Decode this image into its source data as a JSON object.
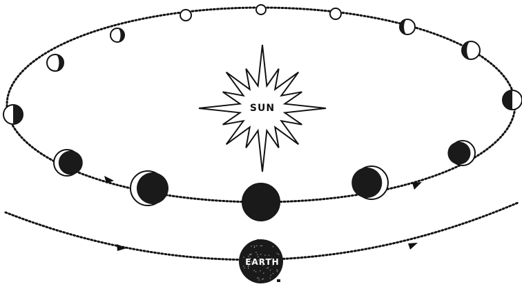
{
  "labels": {
    "sun": "SUN",
    "earth": "EARTH"
  },
  "moon_phases_clockwise_from_earth": [
    "new",
    "waxing-crescent",
    "waxing-crescent",
    "first-quarter",
    "waxing-gibbous",
    "waxing-gibbous",
    "full",
    "full",
    "full",
    "waning-gibbous",
    "waning-gibbous",
    "last-quarter",
    "waning-crescent",
    "waning-crescent"
  ]
}
